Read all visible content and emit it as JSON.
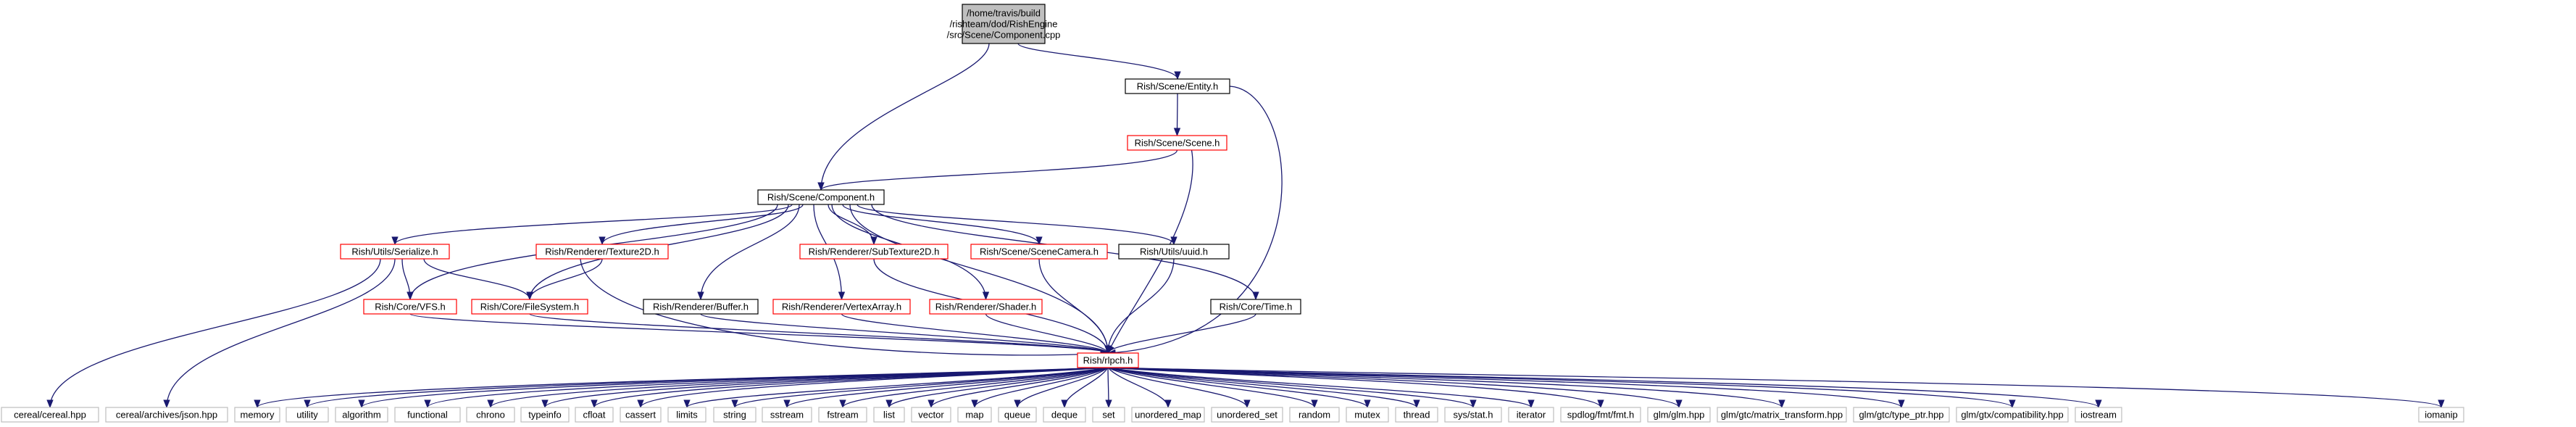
{
  "graph": {
    "root": {
      "lines": [
        "/home/travis/build",
        "/rishteam/dod/RishEngine",
        "/src/Scene/Component.cpp"
      ]
    },
    "nodes": {
      "entity": "Rish/Scene/Entity.h",
      "scene": "Rish/Scene/Scene.h",
      "component": "Rish/Scene/Component.h",
      "serialize": "Rish/Utils/Serialize.h",
      "texture2d": "Rish/Renderer/Texture2D.h",
      "subtexture2d": "Rish/Renderer/SubTexture2D.h",
      "scenecamera": "Rish/Scene/SceneCamera.h",
      "uuid": "Rish/Utils/uuid.h",
      "vfs": "Rish/Core/VFS.h",
      "filesystem": "Rish/Core/FileSystem.h",
      "buffer": "Rish/Renderer/Buffer.h",
      "vertexarray": "Rish/Renderer/VertexArray.h",
      "shader": "Rish/Renderer/Shader.h",
      "time": "Rish/Core/Time.h",
      "rpch": "Rish/rlpch.h"
    },
    "leaves": [
      "cereal/cereal.hpp",
      "cereal/archives/json.hpp",
      "memory",
      "utility",
      "algorithm",
      "functional",
      "chrono",
      "typeinfo",
      "cfloat",
      "cassert",
      "limits",
      "string",
      "sstream",
      "fstream",
      "list",
      "vector",
      "map",
      "queue",
      "deque",
      "set",
      "unordered_map",
      "unordered_set",
      "random",
      "mutex",
      "thread",
      "sys/stat.h",
      "iterator",
      "spdlog/fmt/fmt.h",
      "glm/glm.hpp",
      "glm/gtc/matrix_transform.hpp",
      "glm/gtc/type_ptr.hpp",
      "glm/gtx/compatibility.hpp",
      "iostream",
      "iomanip"
    ],
    "colors": {
      "edge": "#191970",
      "root_fill": "#bfbfbf",
      "border_documented": "#000000",
      "border_has_more": "#ff0000",
      "border_leaf": "#bfbfbf"
    }
  }
}
